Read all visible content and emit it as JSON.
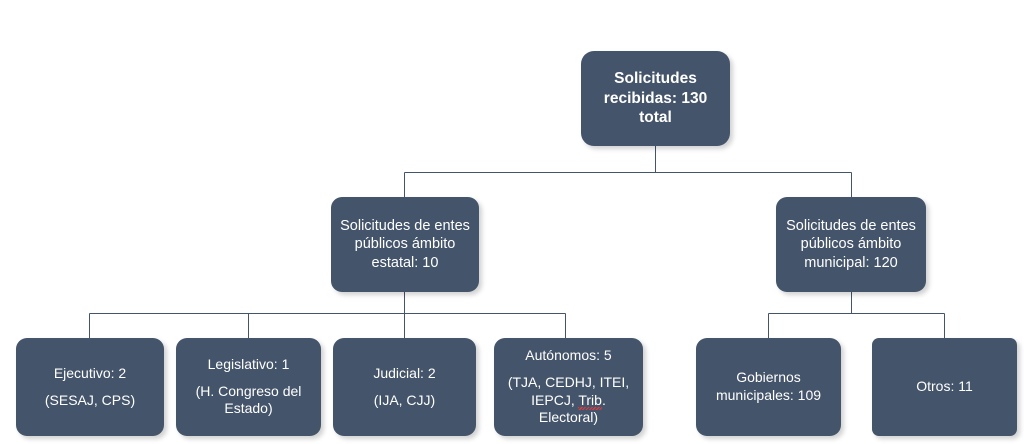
{
  "diagram": {
    "type": "org-hierarchy-flowchart",
    "title_text": "Solicitudes recibidas: 130 total",
    "colors": {
      "node_fill": "#44546A",
      "node_text": "#FFFFFF",
      "connector": "#44546A",
      "background": "#FFFFFF",
      "spellcheck_underline": "#E03A3A"
    },
    "root": {
      "id": "solicitudes-recibidas",
      "line1": "Solicitudes",
      "line2": "recibidas: 130",
      "line3": "total",
      "value": 130,
      "label": "Solicitudes recibidas: 130 total"
    },
    "level2": [
      {
        "id": "ambito-estatal",
        "line1": "Solicitudes de entes",
        "line2": "públicos ámbito",
        "line3": "estatal: 10",
        "value": 10,
        "label": "Solicitudes de entes públicos ámbito estatal: 10"
      },
      {
        "id": "ambito-municipal",
        "line1": "Solicitudes de entes",
        "line2": "públicos ámbito",
        "line3": "municipal: 120",
        "value": 120,
        "label": "Solicitudes de entes públicos ámbito municipal: 120"
      }
    ],
    "leaves_estatal": [
      {
        "id": "ejecutivo",
        "heading": "Ejecutivo: 2",
        "detail_line1": "(SESAJ, CPS)",
        "value": 2,
        "entities": "SESAJ, CPS"
      },
      {
        "id": "legislativo",
        "heading": "Legislativo: 1",
        "detail_line1": "(H. Congreso del",
        "detail_line2": "Estado)",
        "value": 1,
        "entities": "H. Congreso del Estado"
      },
      {
        "id": "judicial",
        "heading": "Judicial: 2",
        "detail_line1": "(IJA, CJJ)",
        "value": 2,
        "entities": "IJA, CJJ"
      },
      {
        "id": "autonomos",
        "heading": "Autónomos: 5",
        "detail_line1": "(TJA, CEDHJ, ITEI,",
        "detail_line2_pre": "IEPCJ, ",
        "detail_line2_misspelled": "Trib",
        "detail_line2_post": ".",
        "detail_line3": "Electoral)",
        "value": 5,
        "entities": "TJA, CEDHJ, ITEI, IEPCJ, Trib. Electoral"
      }
    ],
    "leaves_municipal": [
      {
        "id": "gobiernos-municipales",
        "line1": "Gobiernos",
        "line2": "municipales: 109",
        "value": 109,
        "label": "Gobiernos municipales: 109"
      },
      {
        "id": "otros",
        "line1": "Otros: 11",
        "value": 11,
        "label": "Otros: 11"
      }
    ]
  }
}
